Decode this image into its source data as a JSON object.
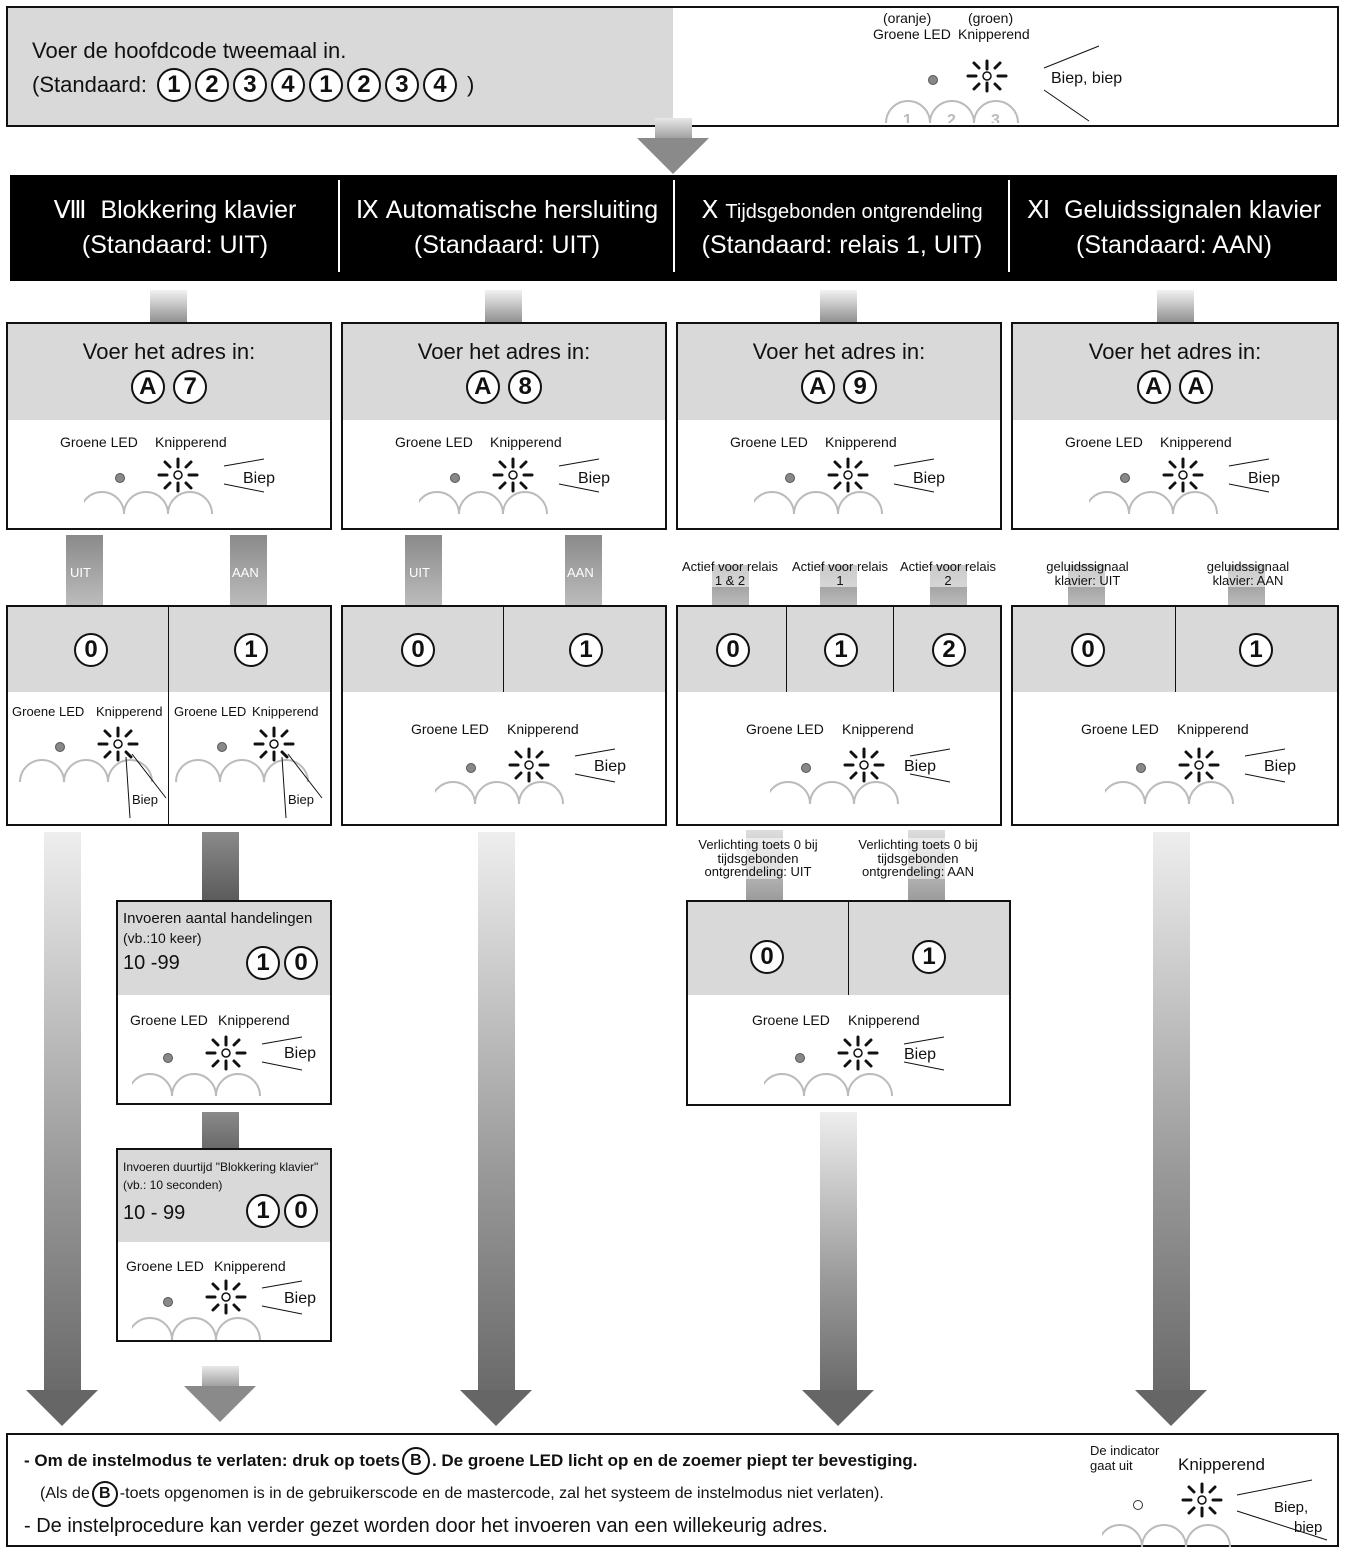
{
  "top": {
    "line1": "Voer de hoofdcode tweemaal in.",
    "line2_prefix": "(Standaard:",
    "keys": [
      "1",
      "2",
      "3",
      "4",
      "1",
      "2",
      "3",
      "4"
    ],
    "line2_suffix": ")",
    "led_label_oranje": "(oranje)",
    "led_label_groen": "(groen)",
    "led_label_left": "Groene LED",
    "led_label_right": "Knipperend",
    "beep": "Biep, biep"
  },
  "headers": [
    {
      "num": "Ⅷ",
      "title": "Blokkering klavier",
      "default": "(Standaard: UIT)"
    },
    {
      "num": "Ⅸ",
      "title": "Automatische hersluiting",
      "default": "(Standaard: UIT)"
    },
    {
      "num": "Ⅹ",
      "title": "Tijdsgebonden ontgrendeling",
      "default": "(Standaard: relais 1, UIT)"
    },
    {
      "num": "Ⅺ",
      "title": "Geluidssignalen klavier",
      "default": "(Standaard: AAN)"
    }
  ],
  "address": {
    "label": "Voer het adres in:",
    "keys": [
      [
        "A",
        "7"
      ],
      [
        "A",
        "8"
      ],
      [
        "A",
        "9"
      ],
      [
        "A",
        "A"
      ]
    ]
  },
  "led": {
    "green": "Groene LED",
    "blink": "Knipperend",
    "beep": "Biep"
  },
  "branches": {
    "c1": [
      "UIT",
      "AAN"
    ],
    "c2": [
      "UIT",
      "AAN"
    ],
    "c3": [
      "Actief voor relais 1 & 2",
      "Actief voor relais 1",
      "Actief voor relais 2"
    ],
    "c4": [
      "geluidssignaal klavier: UIT",
      "geluidssignaal klavier: AAN"
    ]
  },
  "choice_keys": {
    "zero": "0",
    "one": "1",
    "two": "2"
  },
  "lighting": {
    "left": "Verlichting toets 0 bij tijdsgebonden ontgrendeling: UIT",
    "right": "Verlichting toets 0 bij tijdsgebonden ontgrendeling: AAN"
  },
  "count_box": {
    "line1": "Invoeren aantal handelingen",
    "line2": "(vb.:10 keer)",
    "range": "10 -99"
  },
  "duration_box": {
    "line1": "Invoeren duurtijd \"Blokkering klavier\"",
    "line2": "(vb.: 10 seconden)",
    "range": "10 - 99"
  },
  "bottom": {
    "line1_a": "- Om de instelmodus te verlaten: druk op toets",
    "line1_key": "B",
    "line1_b": ". De groene LED licht op en de zoemer piept ter bevestiging.",
    "line2_a": "(Als de",
    "line2_b": "-toets opgenomen is in de gebruikerscode en de mastercode, zal het systeem de instelmodus niet verlaten).",
    "line3": "- De instelprocedure kan verder gezet worden door het invoeren van een willekeurig adres.",
    "ind_label1": "De indicator",
    "ind_label2": "gaat uit",
    "ind_blink": "Knipperend",
    "ind_beep1": "Biep,",
    "ind_beep2": "biep"
  }
}
